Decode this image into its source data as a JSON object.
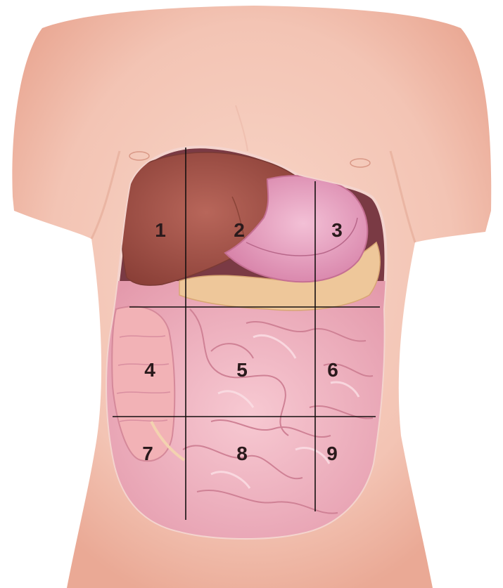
{
  "diagram": {
    "colors": {
      "skin": "#f6cdbf",
      "skin_shadow": "#e8a996",
      "cavity": "#7a3a44",
      "liver": "#a45449",
      "stomach": "#e9a2c0",
      "pancreas": "#eec79a",
      "colon": "#f2b2b6",
      "intestine": "#f0b0bc",
      "intestine_fold": "#d98ea0",
      "grid": "#151010"
    },
    "regions": [
      {
        "number": "1"
      },
      {
        "number": "2"
      },
      {
        "number": "3"
      },
      {
        "number": "4"
      },
      {
        "number": "5"
      },
      {
        "number": "6"
      },
      {
        "number": "7"
      },
      {
        "number": "8"
      },
      {
        "number": "9"
      }
    ]
  }
}
